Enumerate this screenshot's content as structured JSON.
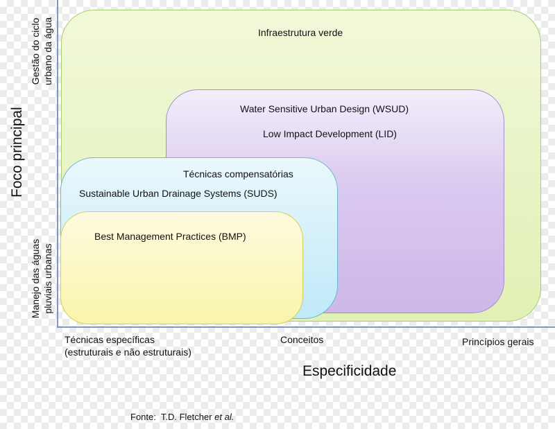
{
  "y_axis": {
    "title": "Foco principal",
    "top_label_line1": "Gestão do ciclo",
    "top_label_line2": "urbano da água",
    "bottom_label_line1": "Manejo das águas",
    "bottom_label_line2": "pluviais urbanas"
  },
  "x_axis": {
    "title": "Especificidade",
    "tick1_line1": "Técnicas específicas",
    "tick1_line2": "(estruturais e não estruturais)",
    "tick2": "Conceitos",
    "tick3": "Princípios gerais"
  },
  "boxes": {
    "green_label": "Infraestrutura verde",
    "purple_label1": "Water Sensitive Urban Design (WSUD)",
    "purple_label2": "Low Impact Development (LID)",
    "blue_label1": "Técnicas compensatórias",
    "blue_label2": "Sustainable Urban Drainage Systems (SUDS)",
    "yellow_label": "Best Management Practices (BMP)"
  },
  "colors": {
    "green": "#e3f2bb",
    "purple": "#d7c6ee",
    "blue": "#bfe9f7",
    "yellow": "#fbf7b7",
    "axis": "#7f96c2"
  },
  "source": {
    "prefix": "Fonte:  T.D. Fletcher ",
    "italic": "et al."
  }
}
